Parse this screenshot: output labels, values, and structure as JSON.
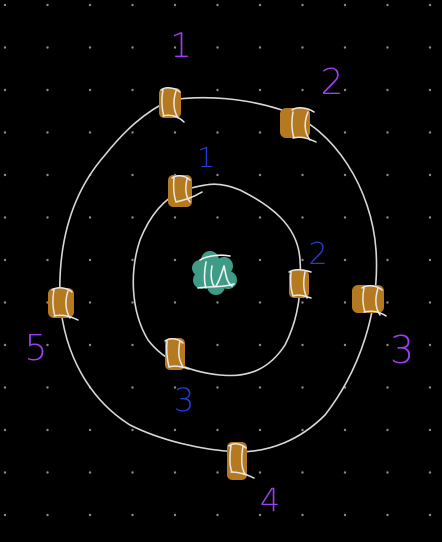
{
  "colors": {
    "background": "#000000",
    "grid_dot": "#8a8a8a",
    "orbit_stroke": "#d8d8d8",
    "stone_fill": "#b57a1f",
    "stone_outline": "#e8e8e8",
    "center_fill": "#3e9b85",
    "outer_label": "#9b3ff0",
    "inner_label": "#1f3fd8"
  },
  "center": {
    "icon": "handwritten-glyph-icon"
  },
  "outer_orbit": {
    "label_numbers": [
      "1",
      "2",
      "3",
      "4",
      "5"
    ]
  },
  "inner_orbit": {
    "label_numbers": [
      "1",
      "2",
      "3"
    ]
  }
}
